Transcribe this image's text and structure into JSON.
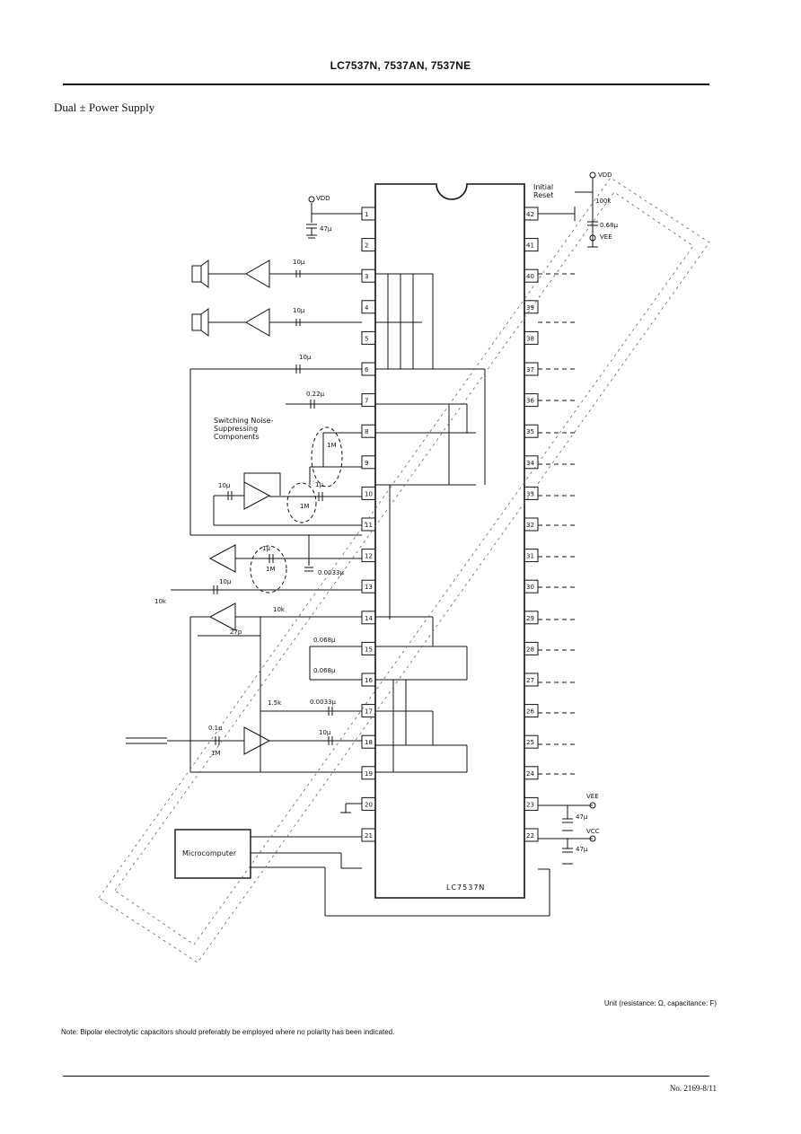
{
  "header": {
    "title": "LC7537N, 7537AN, 7537NE"
  },
  "section": {
    "title": "Dual ± Power Supply"
  },
  "schematic": {
    "ic_label": "LC7537N",
    "left_pins": [
      "1",
      "2",
      "3",
      "4",
      "5",
      "6",
      "7",
      "8",
      "9",
      "10",
      "11",
      "12",
      "13",
      "14",
      "15",
      "16",
      "17",
      "18",
      "19",
      "20",
      "21"
    ],
    "right_pins": [
      "42",
      "41",
      "40",
      "39",
      "38",
      "37",
      "36",
      "35",
      "34",
      "33",
      "32",
      "31",
      "30",
      "29",
      "28",
      "27",
      "26",
      "25",
      "24",
      "23",
      "22"
    ],
    "labels": {
      "vdd_top": "VDD",
      "vdd_right": "VDD",
      "vee_right_top": "VEE",
      "vee_right": "VEE",
      "vcc_right": "VCC",
      "initial_reset_1": "Initial",
      "initial_reset_2": "Reset",
      "r_100k": "100k",
      "c_0_68u": "0.68µ",
      "c_47u_pin1": "47µ",
      "c_10u_pin3": "10µ",
      "c_10u_pin4": "10µ",
      "c_10u_pin5": "10µ",
      "c_0_22u": "0.22µ",
      "noise_1": "Switching Noise-",
      "noise_2": "Suppressing",
      "noise_3": "Components",
      "r_1m_a": "1M",
      "c_1u_a": "1µ",
      "r_1m_b": "1M",
      "c_10u_opamp": "10µ",
      "c_1u_b": "1µ",
      "r_1m_c": "1M",
      "c_0_0033u": "0.0033µ",
      "r_10k_left": "10k",
      "c_10u_pin12": "10µ",
      "r_10k_pin13": "10k",
      "c_27p": "27p",
      "c_0_068u_a": "0.068µ",
      "c_0_068u_b": "0.068µ",
      "r_1_5k": "1.5k",
      "c_0_0033u_b": "0.0033µ",
      "c_0_1u": "0.1µ",
      "r_1m_d": "1M",
      "c_10u_pin17": "10µ",
      "c_47u_vee": "47µ",
      "c_47u_vcc": "47µ",
      "microcomputer": "Microcomputer"
    }
  },
  "footer": {
    "unit_note": "Unit (resistance: Ω, capacitance: F)",
    "note": "Note: Bipolar electrolytic capacitors should preferably be employed where no polarity has been indicated.",
    "doc_number": "No. 2169-8/11"
  }
}
